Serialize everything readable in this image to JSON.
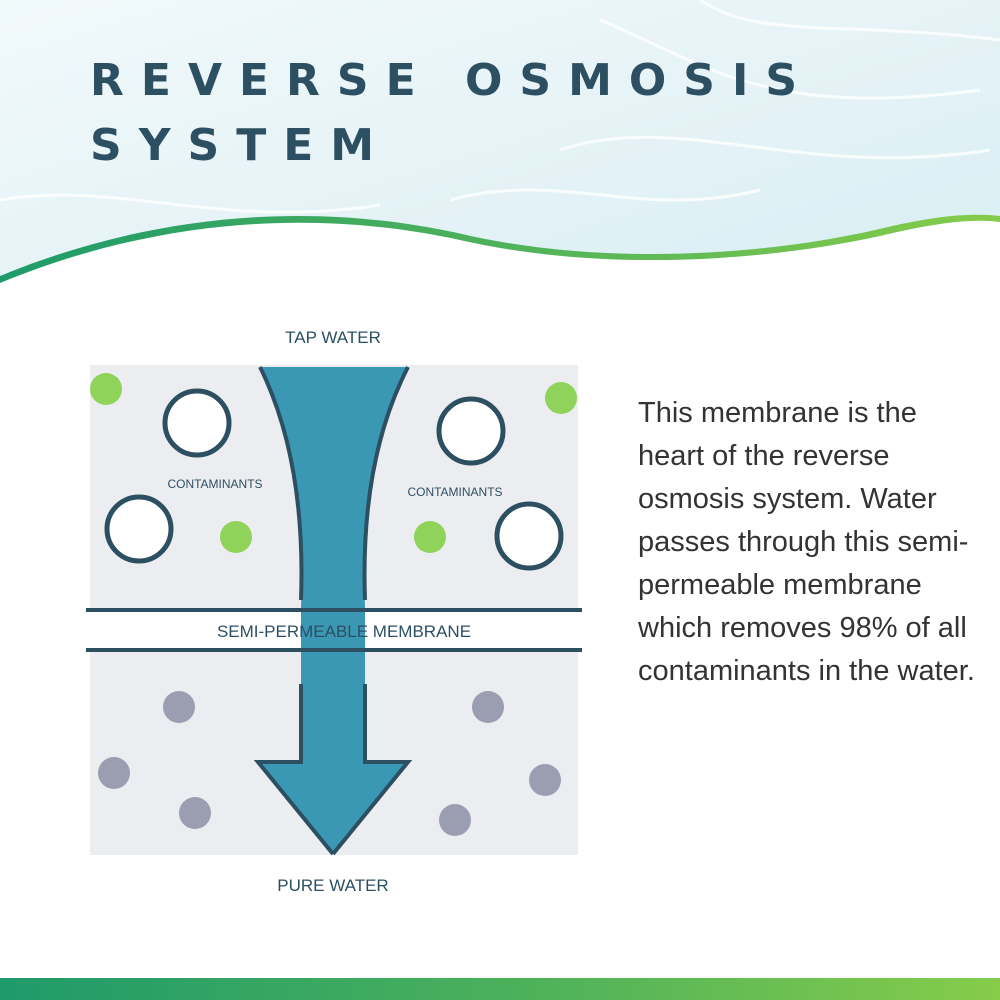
{
  "title": {
    "line1": "REVERSE OSMOSIS",
    "line2": "SYSTEM"
  },
  "diagram": {
    "top_label": "TAP WATER",
    "bottom_label": "PURE WATER",
    "membrane_label": "SEMI-PERMEABLE MEMBRANE",
    "contaminants_left": "CONTAMINANTS",
    "contaminants_right": "CONTAMINANTS"
  },
  "description": "This membrane is the heart of the reverse osmosis system. Water passes through this semi-permeable membrane which removes 98% of all contaminants in the water.",
  "colors": {
    "title": "#2c4f62",
    "arrow": "#3a98b4",
    "outline": "#2c4f62",
    "panel": "#ecedf0",
    "green_dot": "#8fd35a",
    "gray_dot": "#9b9eb0",
    "wave_green": "#3aa56a",
    "footer": "#4fb25a"
  }
}
